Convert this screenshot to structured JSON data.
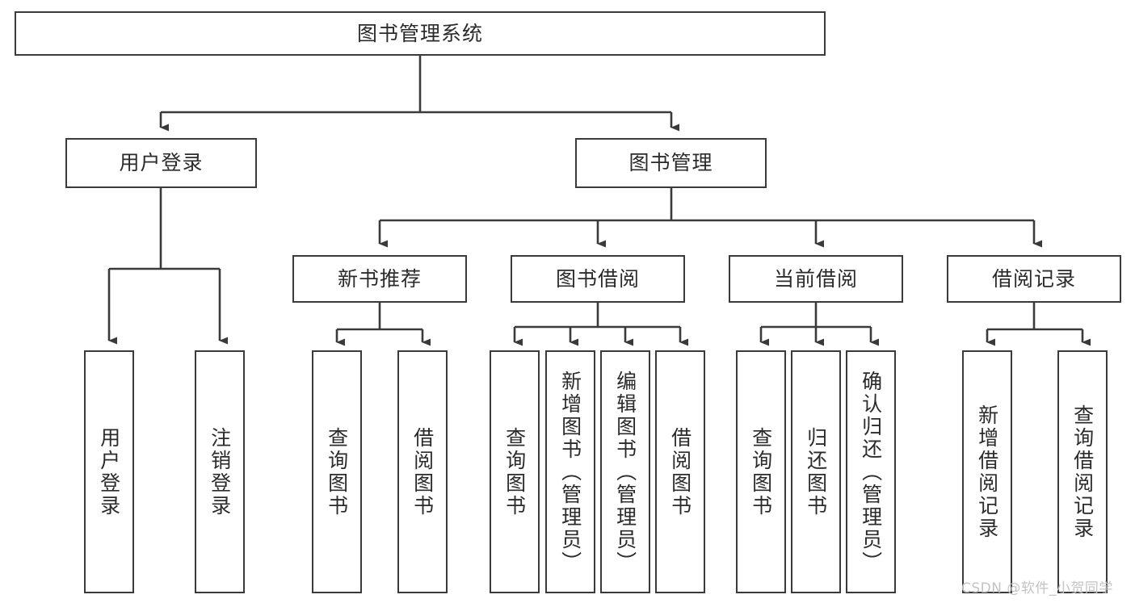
{
  "diagram": {
    "title": "图书管理系统",
    "style": {
      "stroke": "#3a3a3a",
      "fill": "#ffffff",
      "text": "#2b2b2b",
      "watermark_color": "#c3c3c3"
    },
    "nodes": {
      "root": {
        "label": "图书管理系统"
      },
      "level2": [
        {
          "id": "user-login",
          "label": "用户登录"
        },
        {
          "id": "book-manage",
          "label": "图书管理"
        }
      ],
      "level3": [
        {
          "id": "new-book-recommend",
          "label": "新书推荐"
        },
        {
          "id": "book-borrow",
          "label": "图书借阅"
        },
        {
          "id": "current-borrow",
          "label": "当前借阅"
        },
        {
          "id": "borrow-record",
          "label": "借阅记录"
        }
      ],
      "leaves": [
        {
          "id": "leaf-user-login",
          "label": "用户登录",
          "parent": "user-login"
        },
        {
          "id": "leaf-logout",
          "label": "注销登录",
          "parent": "user-login"
        },
        {
          "id": "leaf-query-book-1",
          "label": "查询图书",
          "parent": "new-book-recommend"
        },
        {
          "id": "leaf-borrow-book-1",
          "label": "借阅图书",
          "parent": "new-book-recommend"
        },
        {
          "id": "leaf-query-book-2",
          "label": "查询图书",
          "parent": "book-borrow"
        },
        {
          "id": "leaf-add-book",
          "label": "新增图书（管理员）",
          "parent": "book-borrow"
        },
        {
          "id": "leaf-edit-book",
          "label": "编辑图书（管理员）",
          "parent": "book-borrow"
        },
        {
          "id": "leaf-borrow-book-2",
          "label": "借阅图书",
          "parent": "book-borrow"
        },
        {
          "id": "leaf-query-book-3",
          "label": "查询图书",
          "parent": "current-borrow"
        },
        {
          "id": "leaf-return-book",
          "label": "归还图书",
          "parent": "current-borrow"
        },
        {
          "id": "leaf-confirm-return",
          "label": "确认归还（管理员）",
          "parent": "current-borrow"
        },
        {
          "id": "leaf-add-record",
          "label": "新增借阅记录",
          "parent": "borrow-record"
        },
        {
          "id": "leaf-query-record",
          "label": "查询借阅记录",
          "parent": "borrow-record"
        }
      ]
    },
    "watermark": "CSDN @软件_小贺同学"
  }
}
